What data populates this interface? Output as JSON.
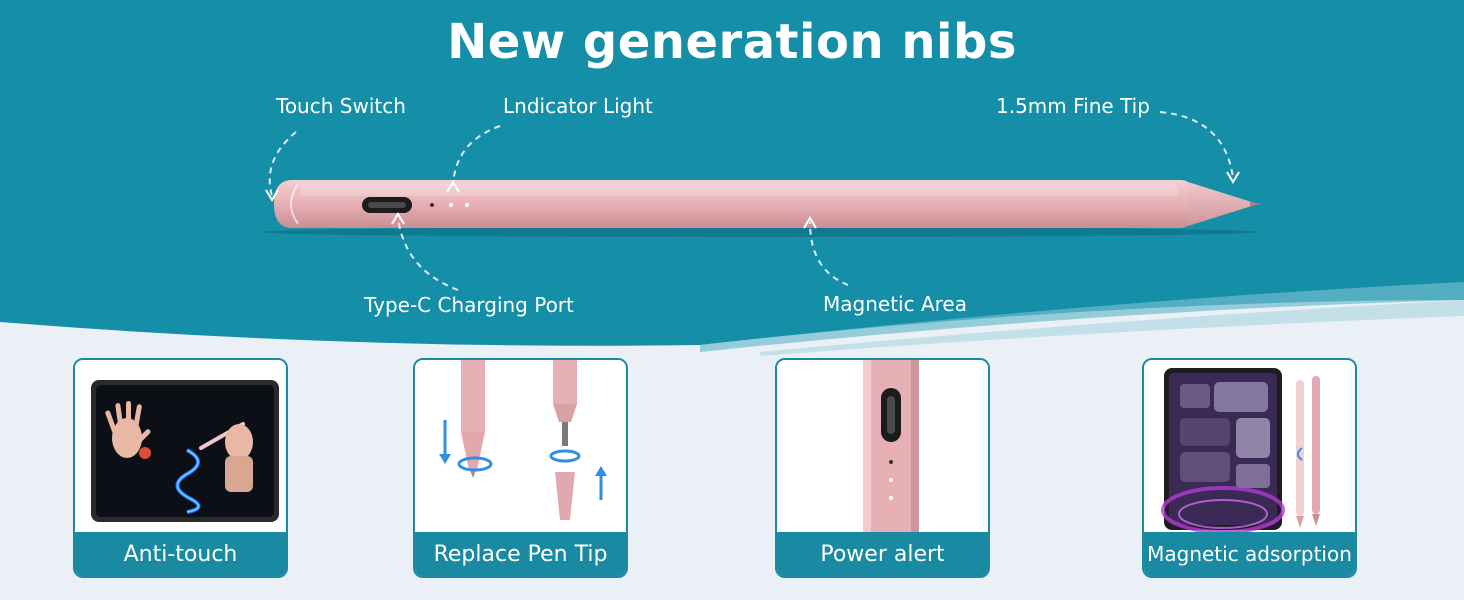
{
  "title": "New generation nibs",
  "callouts": {
    "touch_switch": "Touch Switch",
    "indicator_light": "Lndicator Light",
    "fine_tip": "1.5mm Fine Tip",
    "charging_port": "Type-C Charging Port",
    "magnetic_area": "Magnetic Area"
  },
  "features": [
    {
      "label": "Anti-touch"
    },
    {
      "label": "Replace Pen Tip"
    },
    {
      "label": "Power alert"
    },
    {
      "label": "Magnetic adsorption"
    }
  ],
  "colors": {
    "banner": "#158ea8",
    "accent": "#1a8aa3",
    "pen": "#e8b2b6",
    "background": "#eaf0f5"
  }
}
